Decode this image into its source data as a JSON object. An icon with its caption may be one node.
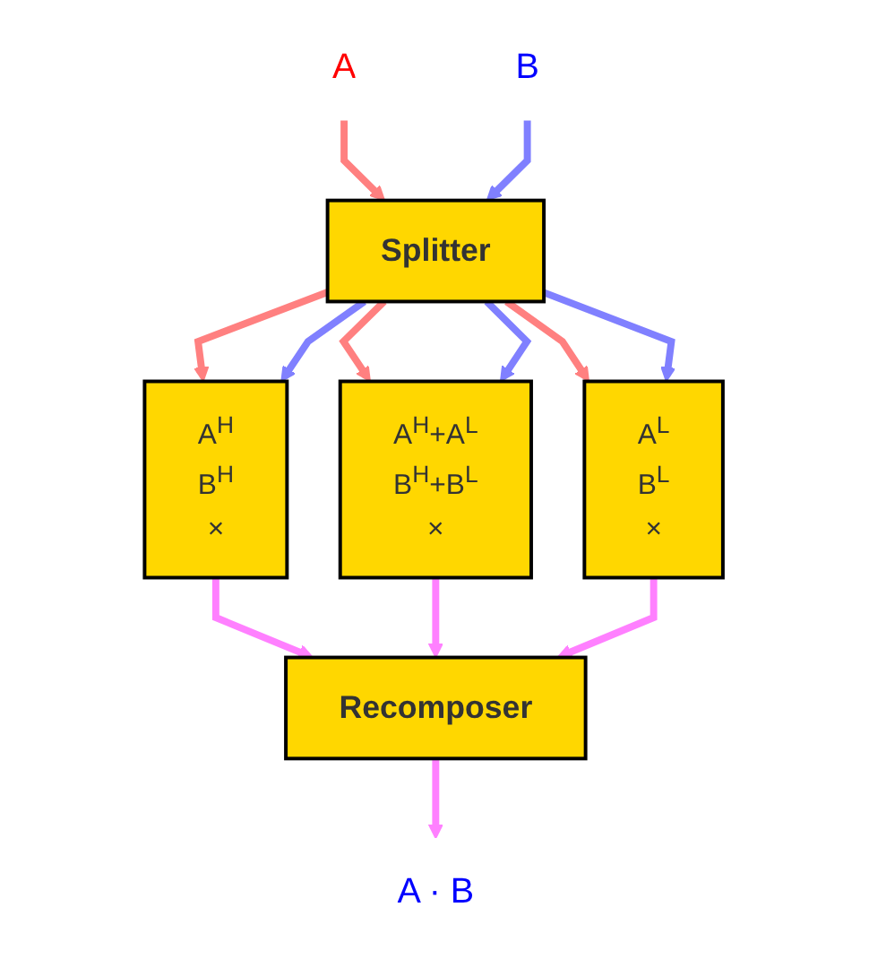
{
  "diagram": {
    "nodes": [
      {
        "text": [
          "A"
        ]
      },
      {
        "text": [
          "B"
        ]
      },
      {
        "text": [
          "Splitter"
        ]
      },
      {
        "text": [
          "A$^{H}$",
          "B$^{H}$",
          "×"
        ]
      },
      {
        "text": [
          "A$^{H}$+A$^{L}$",
          "B$^{H}$+B$^{L}$",
          "×"
        ]
      },
      {
        "text": [
          "A$^{L}$",
          "B$^{L}$",
          "×"
        ]
      },
      {
        "text": [
          "Recomposer"
        ]
      },
      {
        "text": [
          "A · B"
        ]
      }
    ],
    "edges": [
      {
        "from": 0,
        "to": 2,
        "arrow": "to",
        "color": "#ff8080"
      },
      {
        "from": 1,
        "to": 2,
        "arrow": "to",
        "color": "#8080ff"
      },
      {
        "from": 2,
        "to": 3,
        "arrow": "to",
        "color": "#ff8080"
      },
      {
        "from": 2,
        "to": 3,
        "arrow": "to",
        "color": "#8080ff"
      },
      {
        "from": 2,
        "to": 4,
        "arrow": "to",
        "color": "#ff8080"
      },
      {
        "from": 2,
        "to": 4,
        "arrow": "to",
        "color": "#8080ff"
      },
      {
        "from": 2,
        "to": 5,
        "arrow": "to",
        "color": "#ff8080"
      },
      {
        "from": 2,
        "to": 5,
        "arrow": "to",
        "color": "#8080ff"
      },
      {
        "from": 3,
        "to": 6,
        "arrow": "to",
        "color": "#ff80ff"
      },
      {
        "from": 4,
        "to": 6,
        "arrow": "to",
        "color": "#ff80ff"
      },
      {
        "from": 5,
        "to": 6,
        "arrow": "to",
        "color": "#ff80ff"
      },
      {
        "from": 6,
        "to": 7,
        "arrow": "to",
        "color": "#ff80ff"
      }
    ]
  }
}
